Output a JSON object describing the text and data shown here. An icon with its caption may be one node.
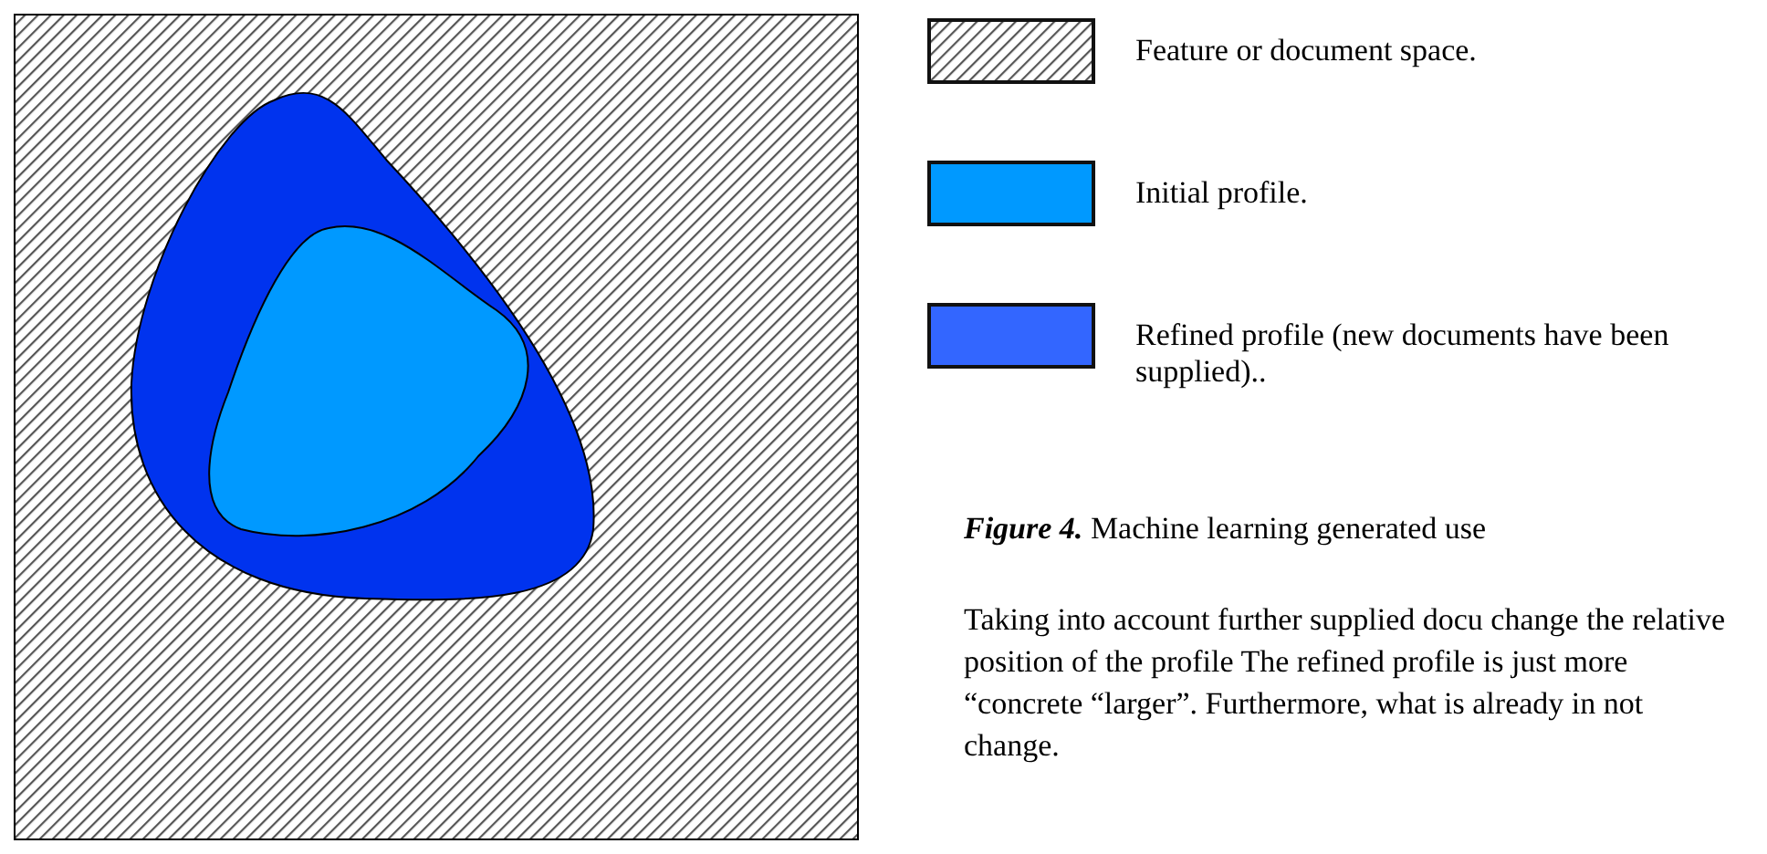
{
  "diagram": {
    "caption": "**Figure 4.** Machine learning generated use",
    "labels": [
      "Taking into account further supplied docu change the relative position of the profile The refined profile is just more “concrete “larger”. Furthermore, what is already in not change."
    ],
    "legend": [
      {
        "text": "Feature or document space."
      },
      {
        "text": "Initial profile.",
        "color": "#0099ff"
      },
      {
        "text": "Refined profile (new documents have been supplied)..",
        "color": "#3366ff"
      }
    ]
  }
}
